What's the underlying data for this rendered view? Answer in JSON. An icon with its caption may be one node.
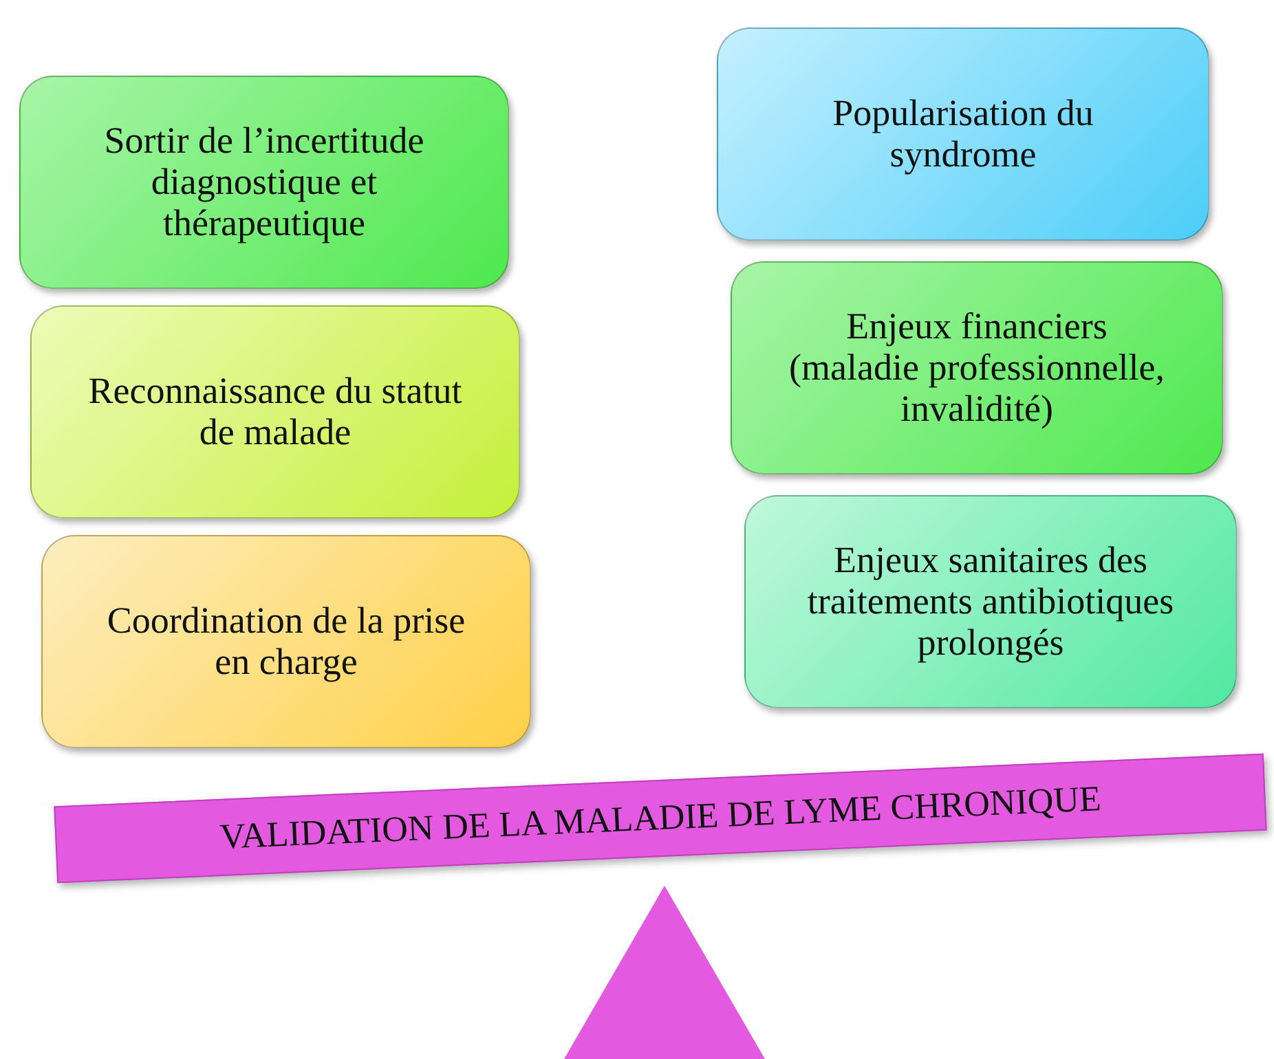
{
  "diagram": {
    "nodes": [
      {
        "text": [
          "Sortir de l’incertitude diagnostique et thérapeutique"
        ]
      },
      {
        "text": [
          "Reconnaissance du statut de malade"
        ]
      },
      {
        "text": [
          "Coordination de la prise en charge"
        ]
      },
      {
        "text": [
          "Popularisation du syndrome"
        ]
      },
      {
        "text": [
          "Enjeux financiers (maladie professionnelle, invalidité)"
        ]
      },
      {
        "text": [
          "Enjeux sanitaires des traitements antibiotiques prolongés"
        ]
      },
      {
        "text": [
          "VALIDATION DE LA MALADIE DE LYME CHRONIQUE"
        ]
      },
      {
        "text": [],
        "shape": "triangle"
      }
    ]
  }
}
